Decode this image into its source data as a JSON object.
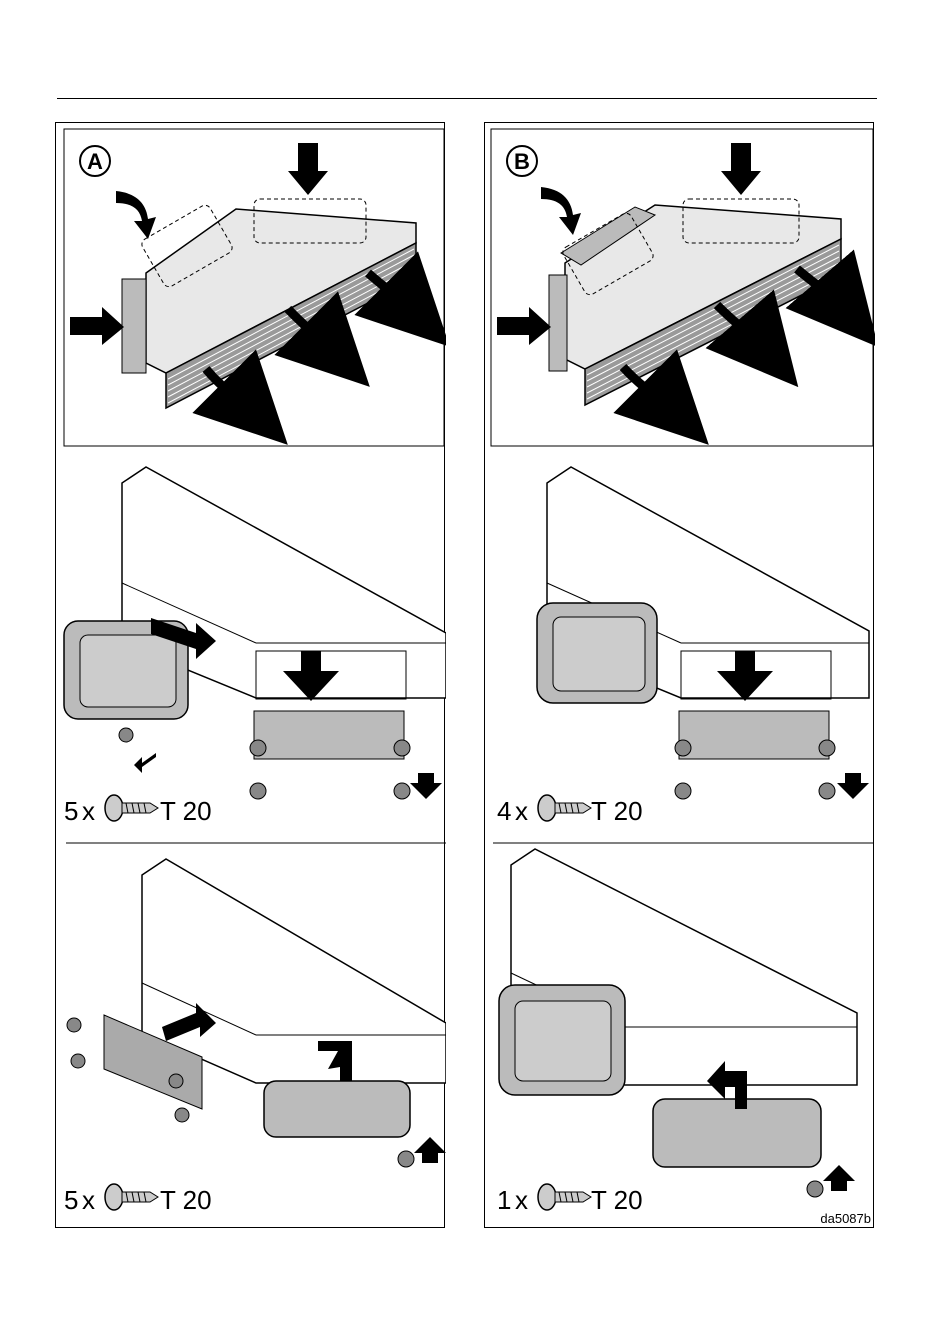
{
  "panels": {
    "a": {
      "letter": "A",
      "step1": {
        "count": "5",
        "x_sign": "x",
        "torx": "T 20"
      },
      "step2": {
        "count": "5",
        "x_sign": "x",
        "torx": "T 20"
      }
    },
    "b": {
      "letter": "B",
      "step1": {
        "count": "4",
        "x_sign": "x",
        "torx": "T 20"
      },
      "step2": {
        "count": "1",
        "x_sign": "x",
        "torx": "T 20"
      },
      "code": "da5087b"
    }
  },
  "colors": {
    "duct_fill": "#e8e8e8",
    "part_fill": "#b8b8b8",
    "ink": "#000000"
  }
}
